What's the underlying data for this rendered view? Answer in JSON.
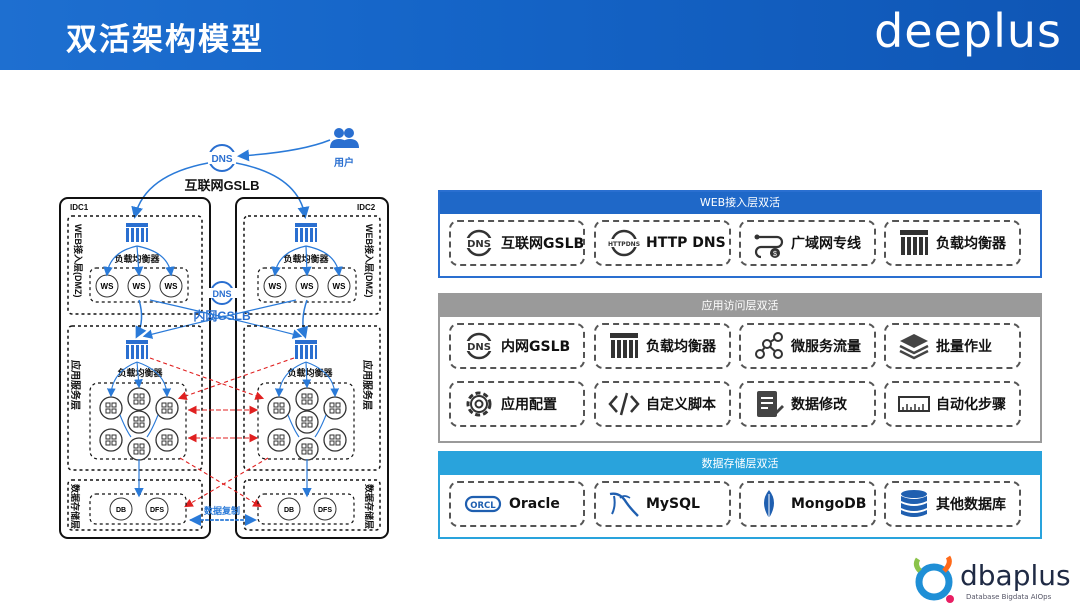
{
  "header": {
    "title": "双活架构模型",
    "logo": "deeplus"
  },
  "diagram": {
    "user_label": "用户",
    "dns_text": "DNS",
    "internet_gslb": "互联网GSLB",
    "intranet_gslb": "内网GSLB",
    "idc1": "IDC1",
    "idc2": "IDC2",
    "web_layer": "WEB接入层(DMZ)",
    "app_layer": "应用服务层",
    "data_layer": "数据存储层",
    "lb_label": "负载均衡器",
    "ws": "WS",
    "db": "DB",
    "dfs": "DFS",
    "replication": "数据复制"
  },
  "panels": [
    {
      "title": "WEB接入层双活",
      "color": "#1f68c8",
      "items": [
        {
          "label": "互联网GSLB",
          "icon": "dns-icon"
        },
        {
          "label": "HTTP DNS",
          "icon": "httpdns-icon"
        },
        {
          "label": "广域网专线",
          "icon": "wan-line-icon"
        },
        {
          "label": "负载均衡器",
          "icon": "load-balancer-icon"
        }
      ]
    },
    {
      "title": "应用访问层双活",
      "color": "#9a9a9a",
      "items": [
        {
          "label": "内网GSLB",
          "icon": "dns-icon"
        },
        {
          "label": "负载均衡器",
          "icon": "load-balancer-icon"
        },
        {
          "label": "微服务流量",
          "icon": "microservice-flow-icon"
        },
        {
          "label": "批量作业",
          "icon": "batch-job-icon"
        },
        {
          "label": "应用配置",
          "icon": "gear-icon"
        },
        {
          "label": "自定义脚本",
          "icon": "code-icon"
        },
        {
          "label": "数据修改",
          "icon": "edit-document-icon"
        },
        {
          "label": "自动化步骤",
          "icon": "automation-icon"
        }
      ]
    },
    {
      "title": "数据存储层双活",
      "color": "#29a3dc",
      "items": [
        {
          "label": "Oracle",
          "icon": "oracle-icon"
        },
        {
          "label": "MySQL",
          "icon": "mysql-icon"
        },
        {
          "label": "MongoDB",
          "icon": "mongodb-icon"
        },
        {
          "label": "其他数据库",
          "icon": "database-icon"
        }
      ]
    }
  ],
  "footer_logo": {
    "word": "dbaplus",
    "tagline": "Database  Bigdata  AIOps",
    "accent": "#ff6a1a"
  }
}
